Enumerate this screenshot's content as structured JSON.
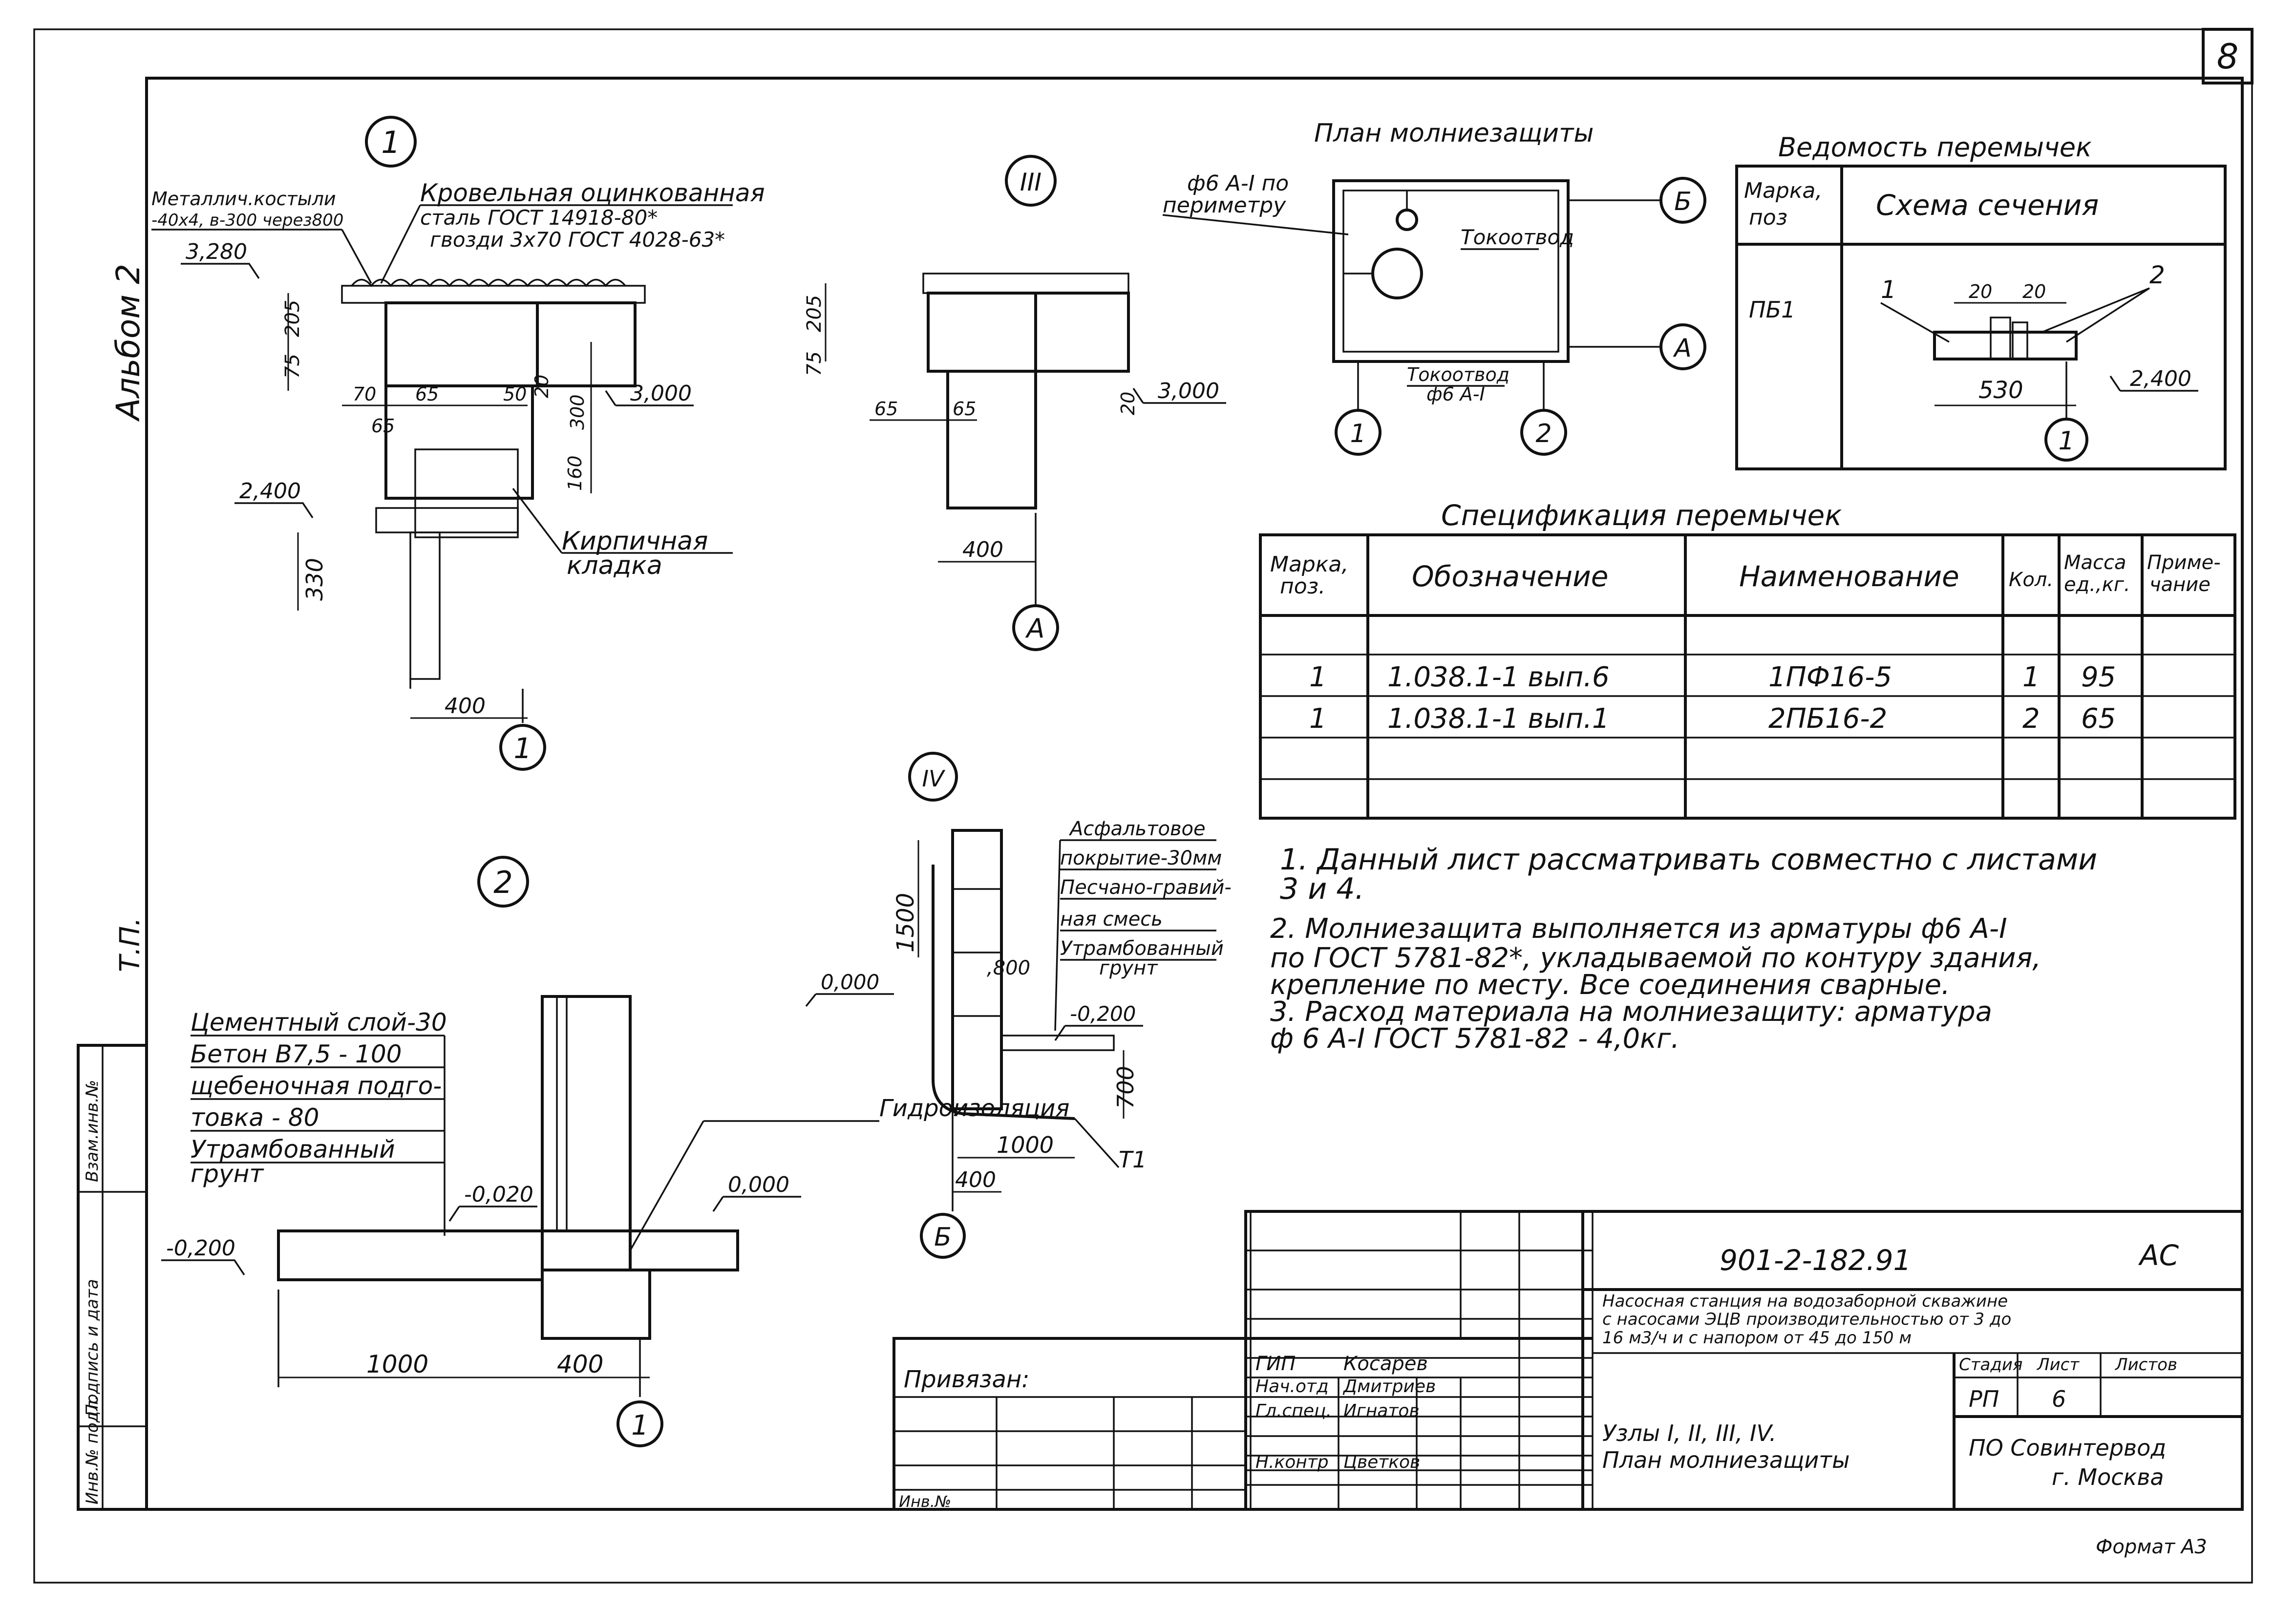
{
  "sheet_number": "8",
  "album": "Альбом 2",
  "tp": "Т.П.",
  "left_stamp": {
    "inv": "Инв.№ подл.",
    "sign": "Подпись и дата",
    "vzam": "Взам.инв.№"
  },
  "node1": {
    "mark": "1",
    "label_costyli_1": "Металлич.костыли",
    "label_costyli_2": "-40х4, в-300 через800",
    "label_roof_1": "Кровельная оцинкованная",
    "label_roof_2": "сталь ГОСТ 14918-80*",
    "label_roof_3": "гвозди 3х70 ГОСТ 4028-63*",
    "elev_top": "3,280",
    "elev_mid": "3,000",
    "elev_low": "2,400",
    "dims": [
      "75",
      "205",
      "70",
      "65",
      "65",
      "50",
      "20",
      "300",
      "160",
      "330",
      "400"
    ],
    "label_brick_1": "Кирпичная",
    "label_brick_2": "кладка",
    "axis": "1"
  },
  "node3": {
    "mark": "III",
    "elev": "3,000",
    "dims": [
      "75",
      "205",
      "65",
      "65",
      "20",
      "400"
    ],
    "axis": "А"
  },
  "plan": {
    "title": "План молниезащиты",
    "label_perim_1": "ф6 А-I по",
    "label_perim_2": "периметру",
    "label_tokootvod": "Токоотвод",
    "label_tokootvod2_1": "Токоотвод",
    "label_tokootvod2_2": "ф6 А-I",
    "axes": [
      "Б",
      "А",
      "1",
      "2"
    ]
  },
  "vedomost": {
    "title": "Ведомость перемычек",
    "col_mark_1": "Марка,",
    "col_mark_2": "поз",
    "col_scheme": "Схема сечения",
    "row_mark": "ПБ1",
    "pos1": "1",
    "pos2": "2",
    "dim_20a": "20",
    "dim_20b": "20",
    "dim_530": "530",
    "elev": "2,400",
    "axis": "1"
  },
  "spec": {
    "title": "Спецификация перемычек",
    "headers": {
      "mark_1": "Марка,",
      "mark_2": "поз.",
      "designation": "Обозначение",
      "name": "Наименование",
      "qty": "Кол.",
      "mass_1": "Масса",
      "mass_2": "ед.,кг.",
      "note_1": "Приме-",
      "note_2": "чание"
    },
    "rows": [
      {
        "mark": "1",
        "designation": "1.038.1-1 вып.6",
        "name": "1ПФ16-5",
        "qty": "1",
        "mass": "95"
      },
      {
        "mark": "1",
        "designation": "1.038.1-1 вып.1",
        "name": "2ПБ16-2",
        "qty": "2",
        "mass": "65"
      }
    ]
  },
  "notes": [
    "1. Данный лист рассматривать совместно с листами",
    "    3 и 4.",
    "2. Молниезащита выполняется из арматуры ф6 А-I",
    "по ГОСТ 5781-82*, укладываемой по контуру здания,",
    "крепление по месту. Все соединения сварные.",
    "3. Расход материала на молниезащиту: арматура",
    "    ф 6 А-I  ГОСТ 5781-82 - 4,0кг."
  ],
  "node2": {
    "mark": "2",
    "layers": [
      "Цементный слой-30",
      "Бетон В7,5 - 100",
      "щебеночная подго-",
      "товка      - 80",
      "Утрамбованный",
      "грунт"
    ],
    "label_hydro": "Гидроизоляция",
    "elev_020": "-0,020",
    "elev_000": "0,000",
    "elev_200": "-0,200",
    "dim_1000": "1000",
    "dim_400": "400",
    "axis": "1"
  },
  "node4": {
    "mark": "IV",
    "labels": [
      "Асфальтовое",
      "покрытие-30мм",
      "Песчано-гравий-",
      "ная смесь",
      "Утрамбованный",
      "грунт"
    ],
    "elev_000": "0,000",
    "elev_800": ",800",
    "elev_200": "-0,200",
    "dim_1500": "1500",
    "dim_700": "700",
    "dim_1000": "1000",
    "dim_400": "400",
    "t1": "Т1",
    "axis": "Б"
  },
  "title_block": {
    "code": "901-2-182.91",
    "stage_code": "АС",
    "project_1": "Насосная станция на водозаборной скважине",
    "project_2": "с насосами ЭЦВ производительностью от 3 до",
    "project_3": "16 м3/ч и с напором от 45 до 150 м",
    "privyazan": "Привязан:",
    "inv": "Инв.№",
    "roles": [
      {
        "role": "ГИП",
        "name": "Косарев"
      },
      {
        "role": "Нач.отд",
        "name": "Дмитриев"
      },
      {
        "role": "Гл.спец.",
        "name": "Игнатов"
      },
      {
        "role": "Н.контр",
        "name": "Цветков"
      }
    ],
    "sheet_title_1": "Узлы I, II, III, IV.",
    "sheet_title_2": "План молниезащиты",
    "stage_h": "Стадия",
    "sheet_h": "Лист",
    "sheets_h": "Листов",
    "stage": "РП",
    "sheet": "6",
    "org_1": "ПО  Совинтервод",
    "org_2": "г. Москва"
  },
  "footer_format": "Формат А3"
}
